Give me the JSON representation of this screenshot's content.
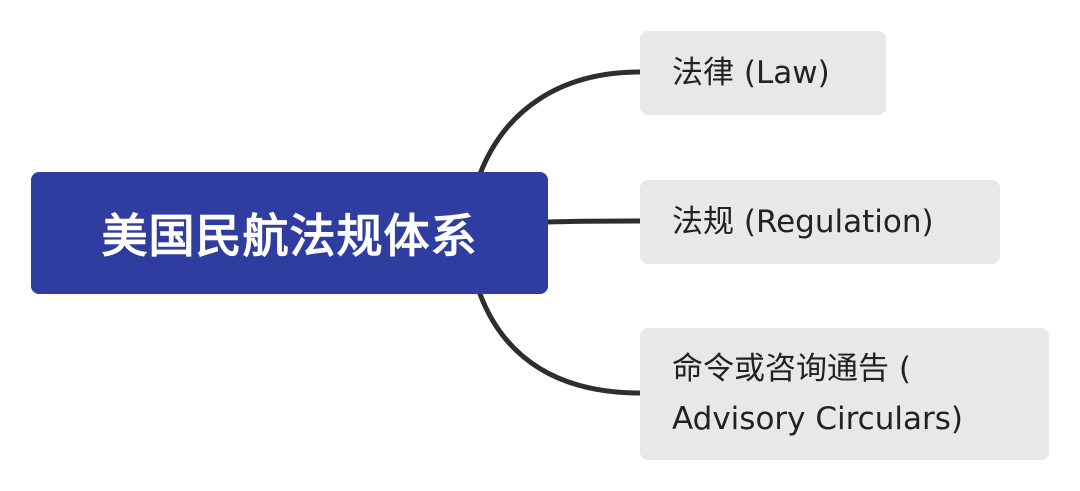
{
  "diagram": {
    "type": "mind-map",
    "colors": {
      "central_fill": "#2f3da1",
      "central_text": "#ffffff",
      "branch_fill": "#e8e8e8",
      "branch_text": "#222222",
      "connector": "#2e2e2e"
    },
    "central": {
      "label": "美国民航法规体系"
    },
    "branches": [
      {
        "label": "法律 (Law)"
      },
      {
        "label": "法规 (Regulation)"
      },
      {
        "label": "命令或咨询通告 ( Advisory Circulars)"
      }
    ]
  }
}
